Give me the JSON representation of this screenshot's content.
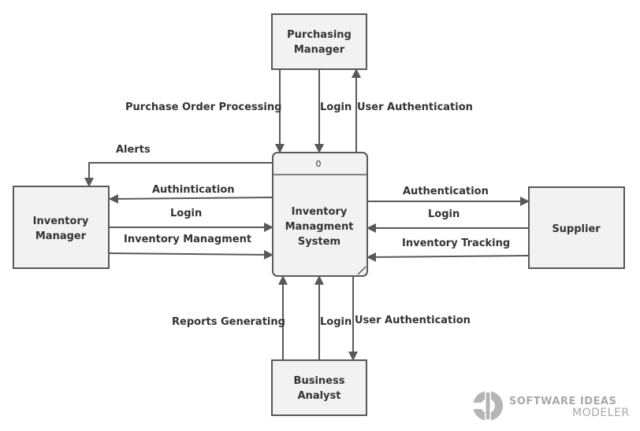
{
  "diagram": {
    "process": {
      "id": "0",
      "label": [
        "Inventory",
        "Managment",
        "System"
      ]
    },
    "entities": {
      "purchasing_manager": [
        "Purchasing",
        "Manager"
      ],
      "inventory_manager": [
        "Inventory",
        "Manager"
      ],
      "supplier": [
        "Supplier"
      ],
      "business_analyst": [
        "Business",
        "Analyst"
      ]
    },
    "flows": {
      "purchase_order_processing": "Purchase Order Processing",
      "purchasing_login": "Login",
      "purchasing_user_auth": "User Authentication",
      "alerts": "Alerts",
      "authintication": "Authintication",
      "inventory_login": "Login",
      "inventory_managment": "Inventory Managment",
      "supplier_authentication": "Authentication",
      "supplier_login": "Login",
      "inventory_tracking": "Inventory Tracking",
      "reports_generating": "Reports Generating",
      "analyst_login": "Login",
      "analyst_user_auth": "User Authentication"
    },
    "colors": {
      "box_fill": "#f2f2f2",
      "line": "#595959",
      "text": "#333333",
      "brand": "#a9a9a9"
    }
  },
  "watermark": {
    "line1": "SOFTWARE IDEAS",
    "line2": "MODELER"
  }
}
